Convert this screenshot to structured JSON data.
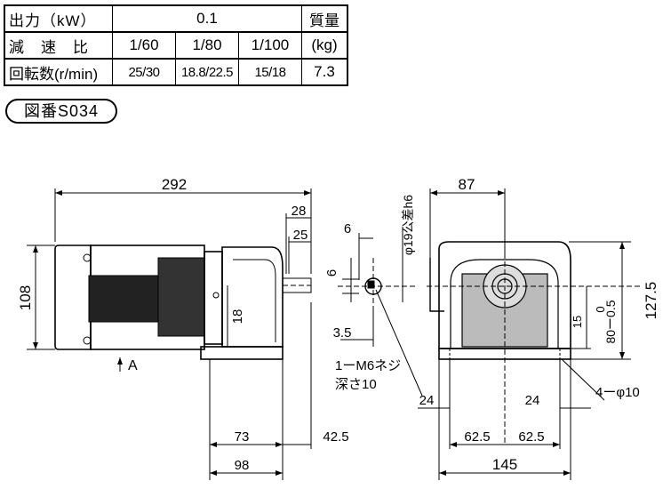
{
  "table": {
    "headers": {
      "output_label": "出力（kW）",
      "output_value": "0.1",
      "mass_label": "質量"
    },
    "ratio_label": "減　速　比",
    "ratios": [
      "1/60",
      "1/80",
      "1/100"
    ],
    "mass_unit": "(kg)",
    "speed_label": "回転数(r/min)",
    "speeds": [
      "25/30",
      "18.8/22.5",
      "15/18"
    ],
    "mass_value": "7.3"
  },
  "drawing_code": "図番S034",
  "dims": {
    "overall_length": "292",
    "shaft_28": "28",
    "shaft_25": "25",
    "height_108": "108",
    "shaft_height_18": "18",
    "view_a": "A",
    "base_73": "73",
    "base_98": "98",
    "offset_42_5": "42.5",
    "key_6_top": "6",
    "key_6_side": "6",
    "key_3_5": "3.5",
    "shaft_dia": "φ19公差h6",
    "tap": "1ーM6ネジ",
    "tap_depth": "深さ10",
    "width_87": "87",
    "height_127_5": "127.5",
    "tol_0": "0",
    "tol_minus": "80ー0.5",
    "base_15": "15",
    "bolt_24_left": "24",
    "bolt_24_right": "24",
    "holes": "4ーφ10",
    "half_62_5_left": "62.5",
    "half_62_5_right": "62.5",
    "width_145": "145"
  }
}
